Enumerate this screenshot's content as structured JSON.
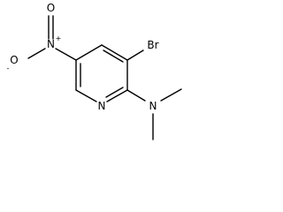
{
  "atoms": {
    "nitro_o_double": "O",
    "nitro_n": "N",
    "nitro_n_charge": "+",
    "nitro_o_single": "O",
    "nitro_o_charge": "-",
    "bromine": "Br",
    "ring_n": "N",
    "amine_n": "N"
  }
}
